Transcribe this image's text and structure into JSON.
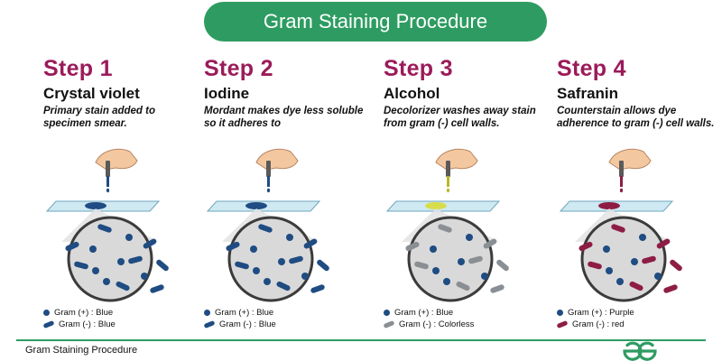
{
  "title": "Gram Staining Procedure",
  "steps": [
    {
      "label": "Step 1",
      "reagent": "Crystal violet",
      "description": "Primary stain added to specimen smear.",
      "smear_color": "#1f4c82",
      "drop_color": "#1f4c82",
      "positive_color": "#1f4c82",
      "negative_color": "#1f4c82",
      "legend": [
        "Gram (+) : Blue",
        "Gram (-) : Blue"
      ]
    },
    {
      "label": "Step 2",
      "reagent": "Iodine",
      "description": "Mordant makes dye less soluble so it adheres to",
      "smear_color": "#1f4c82",
      "drop_color": "#1f4c82",
      "positive_color": "#1f4c82",
      "negative_color": "#1f4c82",
      "legend": [
        "Gram (+) : Blue",
        "Gram (-) : Blue"
      ]
    },
    {
      "label": "Step 3",
      "reagent": "Alcohol",
      "description": "Decolorizer washes away stain from gram (-) cell walls.",
      "smear_color": "#d7dc4a",
      "drop_color": "#b8b82a",
      "positive_color": "#1f4c82",
      "negative_color": "#8a8f94",
      "legend": [
        "Gram (+) : Blue",
        "Gram (-) : Colorless"
      ]
    },
    {
      "label": "Step 4",
      "reagent": "Safranin",
      "description": "Counterstain allows dye adherence to gram (-) cell walls.",
      "smear_color": "#8e1d45",
      "drop_color": "#8e1d45",
      "positive_color": "#1f4c82",
      "negative_color": "#8e1d45",
      "legend": [
        "Gram (+) : Purple",
        "Gram (-) : red"
      ]
    }
  ],
  "footer": {
    "text": "Gram Staining Procedure",
    "logo_icon": "geeksforgeeks-logo",
    "accent": "#2e9c62"
  },
  "colors": {
    "brand_green": "#2e9c62",
    "step_label": "#9b1b5a"
  }
}
